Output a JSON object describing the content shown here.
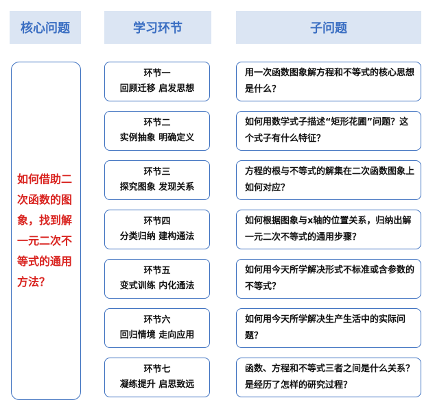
{
  "headers": {
    "core": "核心问题",
    "steps": "学习环节",
    "sub": "子问题"
  },
  "core_question": "如何借助二次函数的图象，找到解一元二次不等式的通用方法？",
  "steps": [
    {
      "title": "环节一",
      "subtitle": "回顾迁移 启发思想",
      "question": "用一次函数图象解方程和不等式的核心思想是什么？"
    },
    {
      "title": "环节二",
      "subtitle": "实例抽象 明确定义",
      "question": "如何用数学式子描述“矩形花圃”问题？这个式子有什么特征？"
    },
    {
      "title": "环节三",
      "subtitle": "探究图象 发现关系",
      "question": "方程的根与不等式的解集在二次函数图象上如何对应？"
    },
    {
      "title": "环节四",
      "subtitle": "分类归纳 建构通法",
      "question": "如何根据图象与x轴的位置关系，归纳出解一元二次不等式的通用步骤？"
    },
    {
      "title": "环节五",
      "subtitle": "变式训练 内化通法",
      "question": "如何用今天所学解决形式不标准或含参数的不等式？"
    },
    {
      "title": "环节六",
      "subtitle": "回归情境 走向应用",
      "question": "如何用今天所学解决生产生活中的实际问题？"
    },
    {
      "title": "环节七",
      "subtitle": "凝练提升 启思致远",
      "question": "函数、方程和不等式三者之间是什么关系？是经历了怎样的研究过程？"
    }
  ]
}
